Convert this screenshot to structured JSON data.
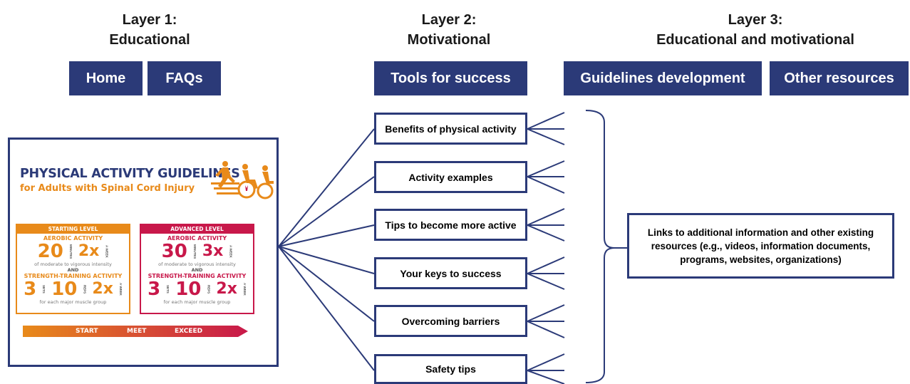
{
  "layers": [
    {
      "line1": "Layer 1:",
      "line2": "Educational"
    },
    {
      "line1": "Layer 2:",
      "line2": "Motivational"
    },
    {
      "line1": "Layer 3:",
      "line2": "Educational and motivational"
    }
  ],
  "nav": {
    "home": "Home",
    "faqs": "FAQs",
    "tools": "Tools for success",
    "guidelines_dev": "Guidelines development",
    "other_resources": "Other resources"
  },
  "tools": [
    "Benefits of physical activity",
    "Activity examples",
    "Tips to become more active",
    "Your keys to success",
    "Overcoming barriers",
    "Safety tips"
  ],
  "links_box": "Links to additional information and other existing resources (e.g., videos, information documents, programs, websites, organizations)",
  "guideline_image": {
    "title": "PHYSICAL ACTIVITY GUIDELINES",
    "subtitle": "for Adults with Spinal Cord Injury",
    "starting": {
      "header": "STARTING LEVEL",
      "aerobic": "AEROBIC ACTIVITY",
      "aerobic_minutes": "20",
      "minutes_label": "MINUTES",
      "aerobic_freq": "2x",
      "week_label": "A WEEK",
      "intensity": "of moderate to vigorous intensity",
      "and": "AND",
      "strength": "STRENGTH-TRAINING ACTIVITY",
      "sets": "3",
      "sets_label": "SETS",
      "reps": "10",
      "reps_label": "REPS",
      "strength_freq": "2x",
      "muscle": "for each major muscle group"
    },
    "advanced": {
      "header": "ADVANCED LEVEL",
      "aerobic": "AEROBIC ACTIVITY",
      "aerobic_minutes": "30",
      "minutes_label": "MINUTES",
      "aerobic_freq": "3x",
      "week_label": "A WEEK",
      "intensity": "of moderate to vigorous intensity",
      "and": "AND",
      "strength": "STRENGTH-TRAINING ACTIVITY",
      "sets": "3",
      "sets_label": "SETS",
      "reps": "10",
      "reps_label": "REPS",
      "strength_freq": "2x",
      "muscle": "for each major muscle group"
    },
    "arrow_labels": [
      "START",
      "MEET",
      "EXCEED"
    ]
  },
  "colors": {
    "navy": "#2b3a78",
    "orange": "#e88a1a",
    "crimson": "#c8184a"
  }
}
